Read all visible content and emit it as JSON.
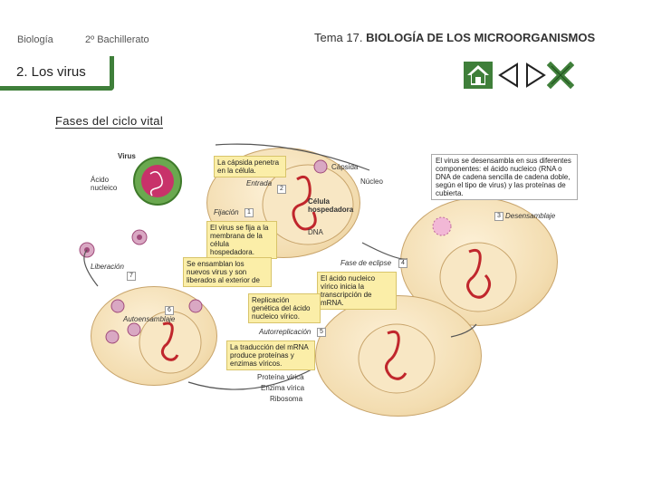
{
  "header": {
    "subject": "Biología",
    "course": "2º Bachillerato",
    "topic_prefix": "Tema 17.",
    "topic_title": "BIOLOGÍA DE LOS MICROORGANISMOS"
  },
  "section": {
    "title": "2. Los virus"
  },
  "subtitle": "Fases del ciclo vital",
  "nav": {
    "home": "home-icon",
    "prev": "triangle-left-icon",
    "next": "triangle-right-icon",
    "close": "close-x-icon",
    "accent": "#3f7f3a"
  },
  "diagram": {
    "labels": {
      "virus": "Virus",
      "acido": "Ácido nucleico",
      "capsida_callout": "La cápsida penetra en la célula.",
      "capsida": "Cápsida",
      "nucleo": "Núcleo",
      "entrada": "Entrada",
      "n2": "2",
      "fijacion": "Fijación",
      "n1": "1",
      "celula": "Célula hospedadora",
      "dna": "DNA",
      "fija_callout": "El virus se fija a la membrana de la célula hospedadora.",
      "desensamblaje_callout": "El virus se desensambla en sus diferentes componentes: el ácido nucleico (RNA o DNA de cadena sencilla de cadena doble, según el tipo de virus) y las proteínas de cubierta.",
      "desensamblaje": "Desensamblaje",
      "n3": "3",
      "liberacion": "Liberación",
      "n7": "7",
      "ensamblan_callout": "Se ensamblan los nuevos virus y son liberados al exterior de",
      "eclipse": "Fase de eclipse",
      "n4": "4",
      "transcripcion_callout": "El ácido nucleico vírico inicia la transcripción de mRNA.",
      "n6": "6",
      "autoensamblaje": "Autoensamblaje",
      "replicacion_callout": "Replicación genética del ácido nucleico vírico.",
      "autorreplicacion": "Autorreplicación",
      "n5": "5",
      "traduccion_callout": "La traducción del mRNA produce proteínas y enzimas víricos.",
      "proteina": "Proteína vírica",
      "enzima": "Enzima vírica",
      "ribosoma": "Ribosoma"
    }
  }
}
